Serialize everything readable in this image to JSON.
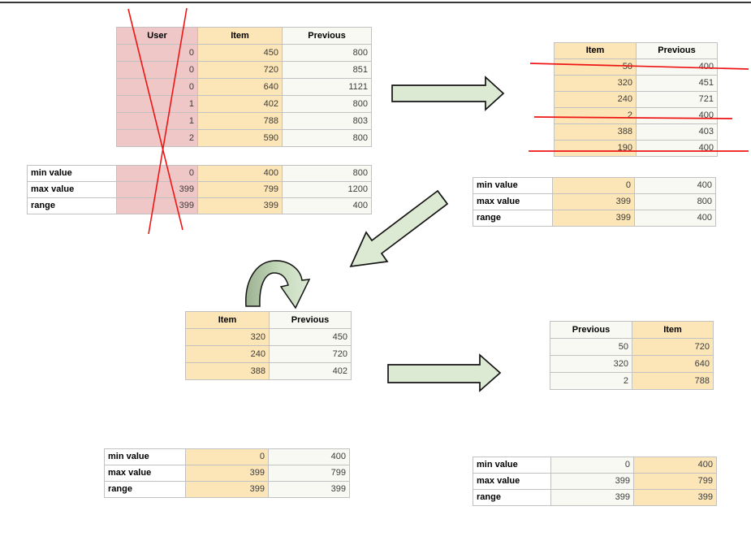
{
  "colors": {
    "user_column_bg": "#efc7c7",
    "item_column_bg": "#fce5b6",
    "previous_column_bg": "#f7f9f2",
    "stats_label_bg": "#ffffff",
    "arrow_fill": "#dcead4",
    "arrow_fill_dark": "#9cb292",
    "arrow_outline": "#141414",
    "strike_red": "#ee1515",
    "table_border": "#c2c2c2",
    "table_outer_border": "#9e9e9e",
    "top_rule": "#1a1a1a"
  },
  "tables": {
    "top_left": {
      "headers": [
        "User",
        "Item",
        "Previous"
      ],
      "rows": [
        [
          "0",
          "450",
          "800"
        ],
        [
          "0",
          "720",
          "851"
        ],
        [
          "0",
          "640",
          "1121"
        ],
        [
          "1",
          "402",
          "800"
        ],
        [
          "1",
          "788",
          "803"
        ],
        [
          "2",
          "590",
          "800"
        ]
      ]
    },
    "top_left_stats": {
      "labels": [
        "min value",
        "max value",
        "range"
      ],
      "rows": [
        [
          "0",
          "400",
          "800"
        ],
        [
          "399",
          "799",
          "1200"
        ],
        [
          "399",
          "399",
          "400"
        ]
      ]
    },
    "top_right": {
      "headers": [
        "Item",
        "Previous"
      ],
      "rows": [
        [
          "50",
          "400"
        ],
        [
          "320",
          "451"
        ],
        [
          "240",
          "721"
        ],
        [
          "2",
          "400"
        ],
        [
          "388",
          "403"
        ],
        [
          "190",
          "400"
        ]
      ],
      "struck_row_indices": [
        0,
        3,
        5
      ]
    },
    "top_right_stats": {
      "labels": [
        "min value",
        "max value",
        "range"
      ],
      "rows": [
        [
          "0",
          "400"
        ],
        [
          "399",
          "800"
        ],
        [
          "399",
          "400"
        ]
      ]
    },
    "middle": {
      "headers": [
        "Item",
        "Previous"
      ],
      "rows": [
        [
          "320",
          "450"
        ],
        [
          "240",
          "720"
        ],
        [
          "388",
          "402"
        ]
      ]
    },
    "bottom_left_stats": {
      "labels": [
        "min value",
        "max value",
        "range"
      ],
      "rows": [
        [
          "0",
          "400"
        ],
        [
          "399",
          "799"
        ],
        [
          "399",
          "399"
        ]
      ]
    },
    "bottom_right": {
      "headers": [
        "Previous",
        "Item"
      ],
      "rows": [
        [
          "50",
          "720"
        ],
        [
          "320",
          "640"
        ],
        [
          "2",
          "788"
        ]
      ]
    },
    "bottom_right_stats": {
      "labels": [
        "min value",
        "max value",
        "range"
      ],
      "rows": [
        [
          "0",
          "400"
        ],
        [
          "399",
          "799"
        ],
        [
          "399",
          "399"
        ]
      ]
    }
  },
  "graphics": {
    "red_x_over_column": "User",
    "strike_line_count": 3,
    "arrows": [
      {
        "name": "arrow-right-top-icon",
        "type": "block-arrow-right"
      },
      {
        "name": "arrow-diagonal-down-left-icon",
        "type": "block-arrow-diagonal"
      },
      {
        "name": "arrow-loop-icon",
        "type": "bent-arrow-down"
      },
      {
        "name": "arrow-right-bottom-icon",
        "type": "block-arrow-right"
      }
    ]
  }
}
